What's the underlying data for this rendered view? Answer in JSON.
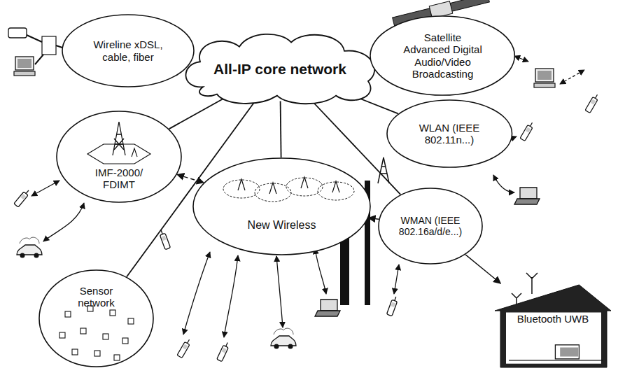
{
  "diagram": {
    "nodes": [
      {
        "text": [
          "Wireline xDSL, cable, fiber"
        ]
      },
      {
        "text": [
          "All-IP core network"
        ]
      },
      {
        "text": [
          "Satellite",
          "Advanced Digital Audio/Video Broadcasting"
        ]
      },
      {
        "text": [
          "IMF-2000/ FDIMT"
        ]
      },
      {
        "text": [
          "WLAN (IEEE 802.11n...)"
        ]
      },
      {
        "text": [
          "New Wireless"
        ]
      },
      {
        "text": [
          "WMAN (IEEE 802.16a/d/e...)"
        ]
      },
      {
        "text": [
          "Sensor network"
        ]
      },
      {
        "text": [
          "Bluetooth UWB"
        ]
      }
    ],
    "edges": [
      {
        "from": 0,
        "to": 1,
        "arrow": "none"
      },
      {
        "from": 2,
        "to": 1,
        "arrow": "none"
      },
      {
        "from": 3,
        "to": 1,
        "arrow": "none"
      },
      {
        "from": 4,
        "to": 1,
        "arrow": "none"
      },
      {
        "from": 5,
        "to": 1,
        "arrow": "none"
      },
      {
        "from": 6,
        "to": 1,
        "arrow": "none"
      },
      {
        "from": 7,
        "to": 1,
        "arrow": "none"
      },
      {
        "from": 3,
        "to": 5,
        "arrow": "both"
      },
      {
        "from": 6,
        "to": 5,
        "arrow": "to"
      },
      {
        "from": 6,
        "to": 8,
        "arrow": "to"
      }
    ]
  }
}
